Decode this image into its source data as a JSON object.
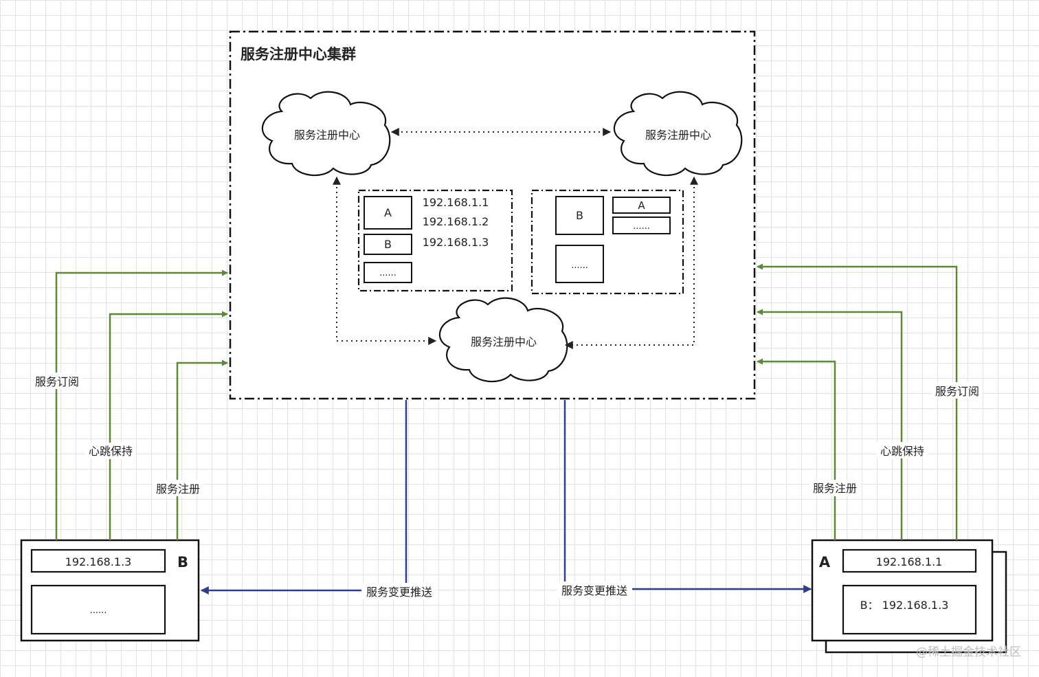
{
  "cluster": {
    "title": "服务注册中心集群"
  },
  "registry_nodes": {
    "left": "服务注册中心",
    "right": "服务注册中心",
    "bottom": "服务注册中心"
  },
  "registry_table_left": {
    "entries": [
      "A",
      "B",
      "......"
    ],
    "ips": [
      "192.168.1.1",
      "192.168.1.2",
      "192.168.1.3"
    ]
  },
  "registry_table_right": {
    "entries": [
      "B",
      "A",
      "......",
      "......"
    ]
  },
  "service_b": {
    "name": "B",
    "ip": "192.168.1.3",
    "cache": "......"
  },
  "service_a": {
    "name": "A",
    "ip": "192.168.1.1",
    "cache": "B：  192.168.1.3"
  },
  "left_links": {
    "subscribe": "服务订阅",
    "heartbeat": "心跳保持",
    "register": "服务注册"
  },
  "right_links": {
    "subscribe": "服务订阅",
    "heartbeat": "心跳保持",
    "register": "服务注册"
  },
  "push": {
    "left": "服务变更推送",
    "right": "服务变更推送"
  },
  "colors": {
    "green": "#5a8a35",
    "blue": "#2e3e8c",
    "dark": "#111111"
  },
  "watermark": "@稀土掘金技术社区"
}
